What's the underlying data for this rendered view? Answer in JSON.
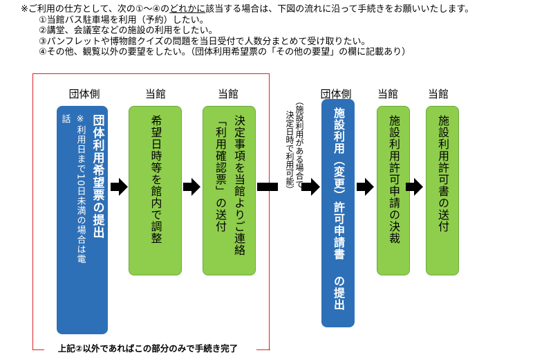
{
  "intro": {
    "line1_a": "※ご利用の仕方として、次の①～④の",
    "line1_u": "どれかに",
    "line1_b": "該当する場合は、下図の流れに沿って手続きをお願いいたします。",
    "items": [
      "①当館バス駐車場を利用（予約）したい。",
      "②講堂、会議室などの施設の利用をしたい。",
      "③パンフレットや博物館クイズの問題を当日受付で人数分まとめて受け取りたい。",
      "④その他、観覧以外の要望をしたい。（団体利用希望票の「その他の要望」の欄に記載あり）"
    ]
  },
  "headers": [
    "団体側",
    "当館",
    "当館",
    "団体側",
    "当館",
    "当館"
  ],
  "boxes": {
    "b1_main": "団体利用希望票の提出",
    "b1_sub1": "※利用日まで10日未満の場合は電",
    "b1_sub2": "話",
    "b2": "希望日時等を館内で調整",
    "b3_c1": "決定事項を当館よりご連絡",
    "b3_c2": "「利用確認票」の送付",
    "b4_c1": "施設利用（変更）許可申請書",
    "b4_c2": "の提出",
    "b5": "施設利用許可申請の決裁",
    "b6": "施設利用許可書の送付"
  },
  "side_note": {
    "c1": "（施設利用がある場合で、",
    "c2": "決定日時で利用可能）"
  },
  "bottom_note": "上記②以外であればこの部分のみで手続き完了",
  "colors": {
    "blue": "#2e70b7",
    "green": "#8fce4d",
    "red": "#e02020"
  }
}
